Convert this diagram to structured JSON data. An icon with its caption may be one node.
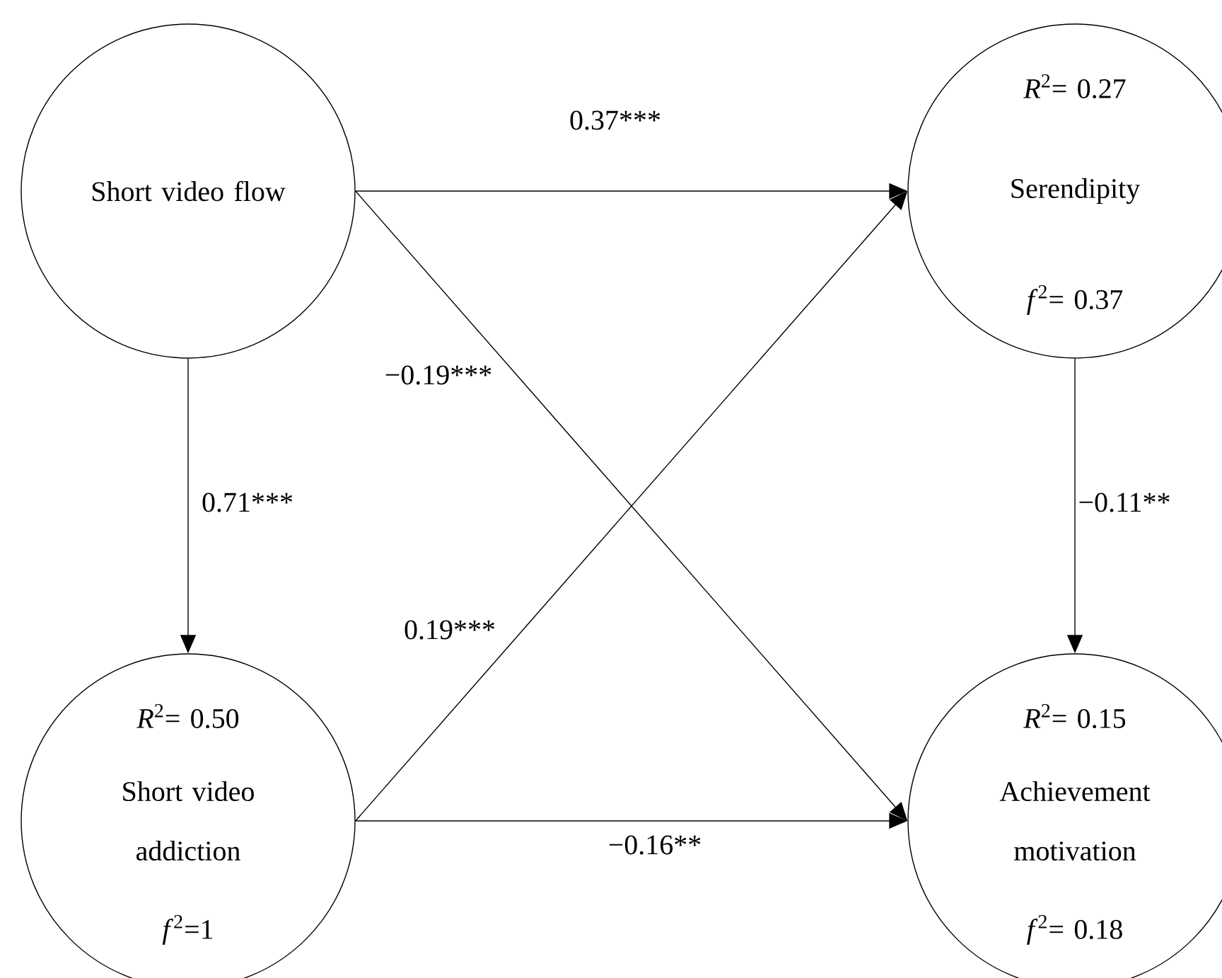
{
  "diagram": {
    "nodes": [
      {
        "text": [
          "Short video flow"
        ]
      },
      {
        "text": [
          "*R*$^{2}$= 0.27",
          "Serendipity",
          "*f*$^{2}$= 0.37"
        ]
      },
      {
        "text": [
          "*R*$^{2}$= 0.50",
          "Short video addiction",
          "*f*$^{2}$=1"
        ]
      },
      {
        "text": [
          "*R*$^{2}$= 0.15",
          "Achievement motivation",
          "*f*$^{2}$= 0.18"
        ]
      }
    ],
    "edges": [
      {
        "from": 0,
        "to": 1,
        "arrow": "to",
        "label": "0.37***"
      },
      {
        "from": 0,
        "to": 3,
        "arrow": "to",
        "label": "−0.19***"
      },
      {
        "from": 0,
        "to": 2,
        "arrow": "to",
        "label": "0.71***"
      },
      {
        "from": 2,
        "to": 1,
        "arrow": "to",
        "label": "0.19***"
      },
      {
        "from": 1,
        "to": 3,
        "arrow": "to",
        "label": "−0.11**"
      },
      {
        "from": 2,
        "to": 3,
        "arrow": "to",
        "label": "−0.16**"
      }
    ]
  }
}
